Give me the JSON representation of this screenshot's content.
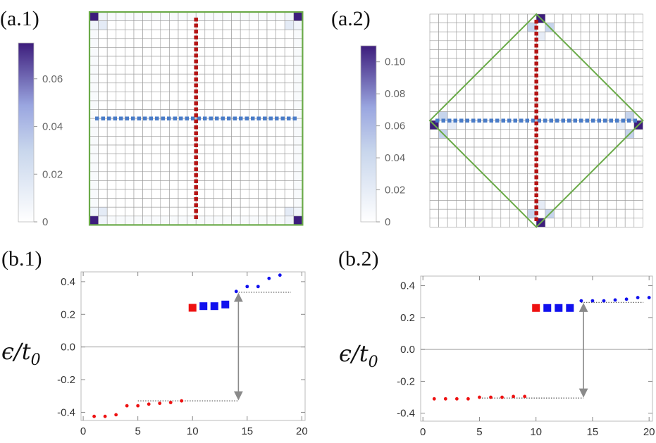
{
  "panels": {
    "a1": {
      "label": "(a.1)"
    },
    "a2": {
      "label": "(a.2)"
    },
    "b1": {
      "label": "(b.1)"
    },
    "b2": {
      "label": "(b.2)"
    }
  },
  "colors": {
    "grid": "#9a9a9a",
    "outline": "#6aaa48",
    "vertical_dash": "#b41414",
    "horizontal_dash": "#4a7cc8",
    "colormap_low": "#ffffff",
    "colormap_mid": "#9aa6e0",
    "colormap_high": "#3d1d7c",
    "red_marker": "#ee1111",
    "blue_marker": "#1111ee",
    "arrow": "#8a8a8a",
    "zero_line": "#a0a0a0"
  },
  "chart_data": [
    {
      "type": "heatmap",
      "panel": "a1",
      "grid_size": [
        24,
        24
      ],
      "outline": "square",
      "colorbar": {
        "range": [
          0,
          0.075
        ],
        "ticks": [
          0,
          0.02,
          0.04,
          0.06
        ],
        "tick_labels": [
          "0",
          "0.02",
          "0.04",
          "0.06"
        ]
      },
      "cells": [
        {
          "row": 0,
          "col": 0,
          "value": 0.075
        },
        {
          "row": 0,
          "col": 23,
          "value": 0.075
        },
        {
          "row": 23,
          "col": 0,
          "value": 0.075
        },
        {
          "row": 23,
          "col": 23,
          "value": 0.075
        },
        {
          "row": 1,
          "col": 1,
          "value": 0.015
        },
        {
          "row": 1,
          "col": 22,
          "value": 0.015
        },
        {
          "row": 22,
          "col": 1,
          "value": 0.015
        },
        {
          "row": 22,
          "col": 22,
          "value": 0.015
        },
        {
          "row": 0,
          "col": 1,
          "value": 0.008
        },
        {
          "row": 1,
          "col": 0,
          "value": 0.008
        },
        {
          "row": 0,
          "col": 22,
          "value": 0.008
        },
        {
          "row": 1,
          "col": 23,
          "value": 0.008
        },
        {
          "row": 23,
          "col": 1,
          "value": 0.008
        },
        {
          "row": 22,
          "col": 0,
          "value": 0.008
        },
        {
          "row": 23,
          "col": 22,
          "value": 0.008
        },
        {
          "row": 22,
          "col": 23,
          "value": 0.008
        }
      ],
      "edge_value": 0.004
    },
    {
      "type": "heatmap",
      "panel": "a2",
      "grid_size": [
        24,
        24
      ],
      "outline": "diamond",
      "colorbar": {
        "range": [
          0,
          0.11
        ],
        "ticks": [
          0,
          0.02,
          0.04,
          0.06,
          0.08,
          0.1
        ],
        "tick_labels": [
          "0",
          "0.02",
          "0.04",
          "0.06",
          "0.08",
          "0.10"
        ]
      },
      "cells": [
        {
          "row": 0,
          "col": 12,
          "value": 0.11
        },
        {
          "row": 23,
          "col": 12,
          "value": 0.11
        },
        {
          "row": 12,
          "col": 0,
          "value": 0.11
        },
        {
          "row": 12,
          "col": 23,
          "value": 0.11
        },
        {
          "row": 1,
          "col": 11,
          "value": 0.045
        },
        {
          "row": 1,
          "col": 13,
          "value": 0.045
        },
        {
          "row": 22,
          "col": 11,
          "value": 0.045
        },
        {
          "row": 22,
          "col": 13,
          "value": 0.045
        },
        {
          "row": 11,
          "col": 1,
          "value": 0.045
        },
        {
          "row": 13,
          "col": 1,
          "value": 0.045
        },
        {
          "row": 11,
          "col": 22,
          "value": 0.045
        },
        {
          "row": 13,
          "col": 22,
          "value": 0.045
        },
        {
          "row": 2,
          "col": 12,
          "value": 0.02
        },
        {
          "row": 21,
          "col": 12,
          "value": 0.02
        },
        {
          "row": 12,
          "col": 2,
          "value": 0.02
        },
        {
          "row": 12,
          "col": 21,
          "value": 0.02
        }
      ],
      "edge_value": 0
    },
    {
      "type": "scatter",
      "panel": "b1",
      "ylabel": "ϵ/t",
      "ylabel_sub": "0",
      "xlim": [
        -0.2,
        20.3
      ],
      "ylim": [
        -0.45,
        0.46
      ],
      "xticks": [
        0,
        5,
        10,
        15,
        20
      ],
      "xtick_labels": [
        "0",
        "5",
        "10",
        "15",
        "20"
      ],
      "yticks": [
        0.4,
        0.2,
        0.0,
        -0.2,
        -0.4
      ],
      "ytick_labels": [
        "0.4",
        "0.2",
        "0.0",
        "-0.2",
        "-0.4"
      ],
      "red_dots": [
        [
          1,
          -0.425
        ],
        [
          2,
          -0.425
        ],
        [
          3,
          -0.415
        ],
        [
          4,
          -0.36
        ],
        [
          5,
          -0.36
        ],
        [
          6,
          -0.35
        ],
        [
          7,
          -0.345
        ],
        [
          8,
          -0.34
        ],
        [
          9,
          -0.33
        ]
      ],
      "blue_dots": [
        [
          14,
          0.34
        ],
        [
          15,
          0.37
        ],
        [
          16,
          0.37
        ],
        [
          17,
          0.42
        ],
        [
          18,
          0.44
        ]
      ],
      "red_square": [
        10,
        0.24
      ],
      "blue_squares": [
        [
          11,
          0.25
        ],
        [
          12,
          0.25
        ],
        [
          13,
          0.26
        ]
      ],
      "dotted_lines": [
        {
          "x": [
            14,
            19
          ],
          "y": 0.335
        },
        {
          "x": [
            5,
            14.2
          ],
          "y": -0.33
        }
      ],
      "arrow": {
        "x": 14.2,
        "y": [
          0.335,
          -0.33
        ]
      }
    },
    {
      "type": "scatter",
      "panel": "b2",
      "ylabel": "ϵ/t",
      "ylabel_sub": "0",
      "xlim": [
        -0.2,
        20.3
      ],
      "ylim": [
        -0.45,
        0.46
      ],
      "xticks": [
        0,
        5,
        10,
        15,
        20
      ],
      "xtick_labels": [
        "0",
        "5",
        "10",
        "15",
        "20"
      ],
      "yticks": [
        0.4,
        0.2,
        0.0,
        -0.2,
        -0.4
      ],
      "ytick_labels": [
        "0.4",
        "0.2",
        "0.0",
        "-0.2",
        "-0.4"
      ],
      "red_dots": [
        [
          1,
          -0.31
        ],
        [
          2,
          -0.31
        ],
        [
          3,
          -0.31
        ],
        [
          4,
          -0.31
        ],
        [
          5,
          -0.3
        ],
        [
          6,
          -0.3
        ],
        [
          7,
          -0.3
        ],
        [
          8,
          -0.295
        ],
        [
          9,
          -0.295
        ]
      ],
      "blue_dots": [
        [
          14,
          0.305
        ],
        [
          15,
          0.305
        ],
        [
          16,
          0.305
        ],
        [
          17,
          0.31
        ],
        [
          18,
          0.315
        ],
        [
          19,
          0.325
        ],
        [
          20,
          0.325
        ]
      ],
      "red_square": [
        10,
        0.26
      ],
      "blue_squares": [
        [
          11,
          0.26
        ],
        [
          12,
          0.26
        ],
        [
          13,
          0.26
        ]
      ],
      "dotted_lines": [
        {
          "x": [
            14,
            19.5
          ],
          "y": 0.295
        },
        {
          "x": [
            5,
            14.2
          ],
          "y": -0.305
        }
      ],
      "arrow": {
        "x": 14.2,
        "y": [
          0.295,
          -0.305
        ]
      }
    }
  ]
}
